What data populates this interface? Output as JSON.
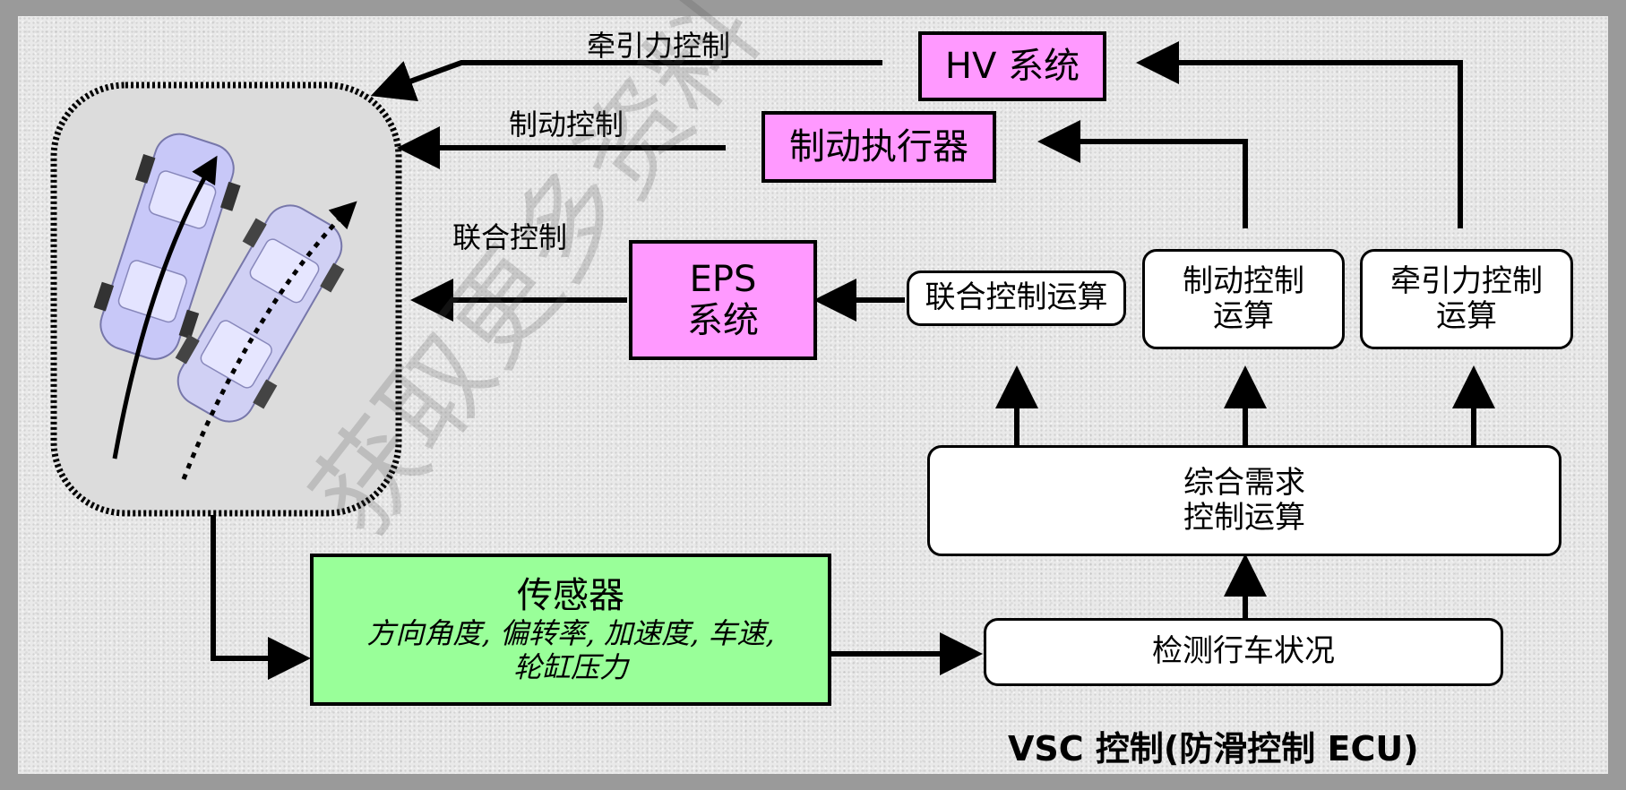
{
  "title": "VSC 控制(防滑控制 ECU)",
  "labels": {
    "traction": "牵引力控制",
    "brake": "制动控制",
    "coop": "联合控制"
  },
  "boxes": {
    "hv": "HV 系统",
    "brake_actuator": "制动执行器",
    "eps_line1": "EPS",
    "eps_line2": "系统",
    "coop_calc": "联合控制运算",
    "brake_calc_line1": "制动控制",
    "brake_calc_line2": "运算",
    "traction_calc_line1": "牵引力控制",
    "traction_calc_line2": "运算",
    "demand_line1": "综合需求",
    "demand_line2": "控制运算",
    "detect": "检测行车状况",
    "sensor_title": "传感器",
    "sensor_detail_line1": "方向角度, 偏转率, 加速度, 车速,",
    "sensor_detail_line2": "轮缸压力"
  },
  "watermark": "获取更多资料 微信搜索",
  "colors": {
    "actuator_fill": "#ff99ff",
    "sensor_fill": "#99ff99",
    "calc_fill": "#ffffff",
    "car_fill": "#c8c8f8"
  }
}
